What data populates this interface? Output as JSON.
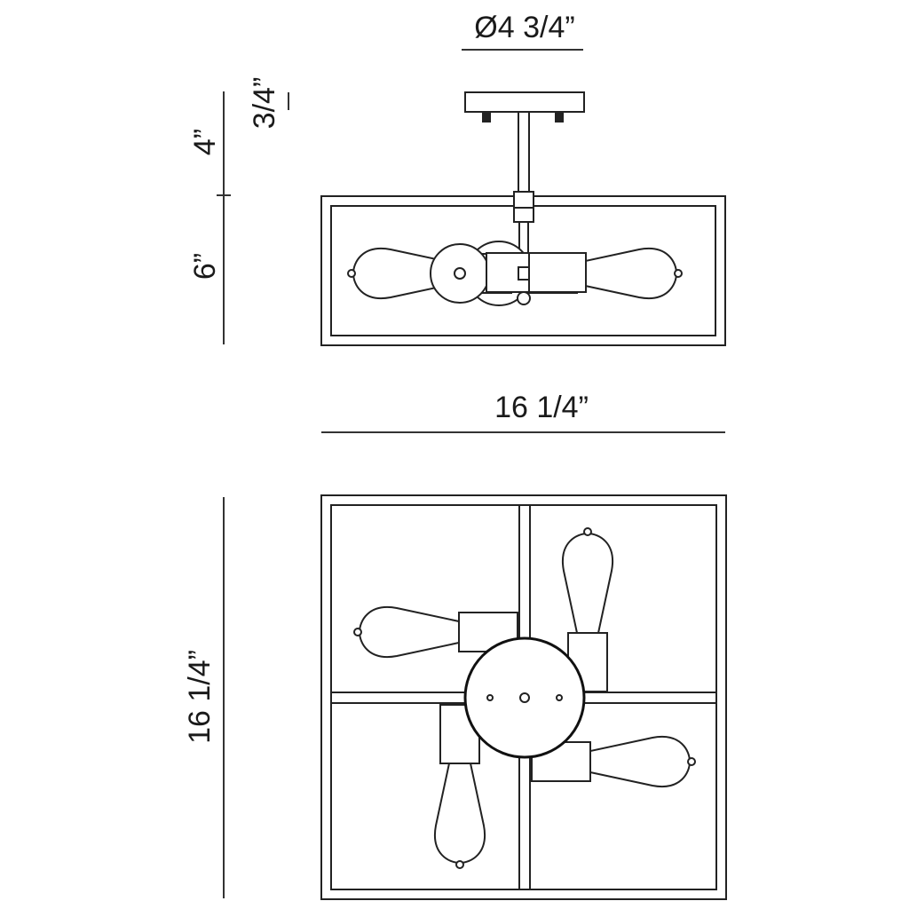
{
  "title": "Semi-flush mount fixture dimension drawing",
  "dimensions": {
    "canopy_diameter": "Ø4 3/4”",
    "canopy_height": "3/4”",
    "stem_height": "4”",
    "frame_height": "6”",
    "width": "16 1/4”",
    "depth": "16 1/4”"
  },
  "colors": {
    "line": "#222222",
    "background": "#ffffff"
  }
}
